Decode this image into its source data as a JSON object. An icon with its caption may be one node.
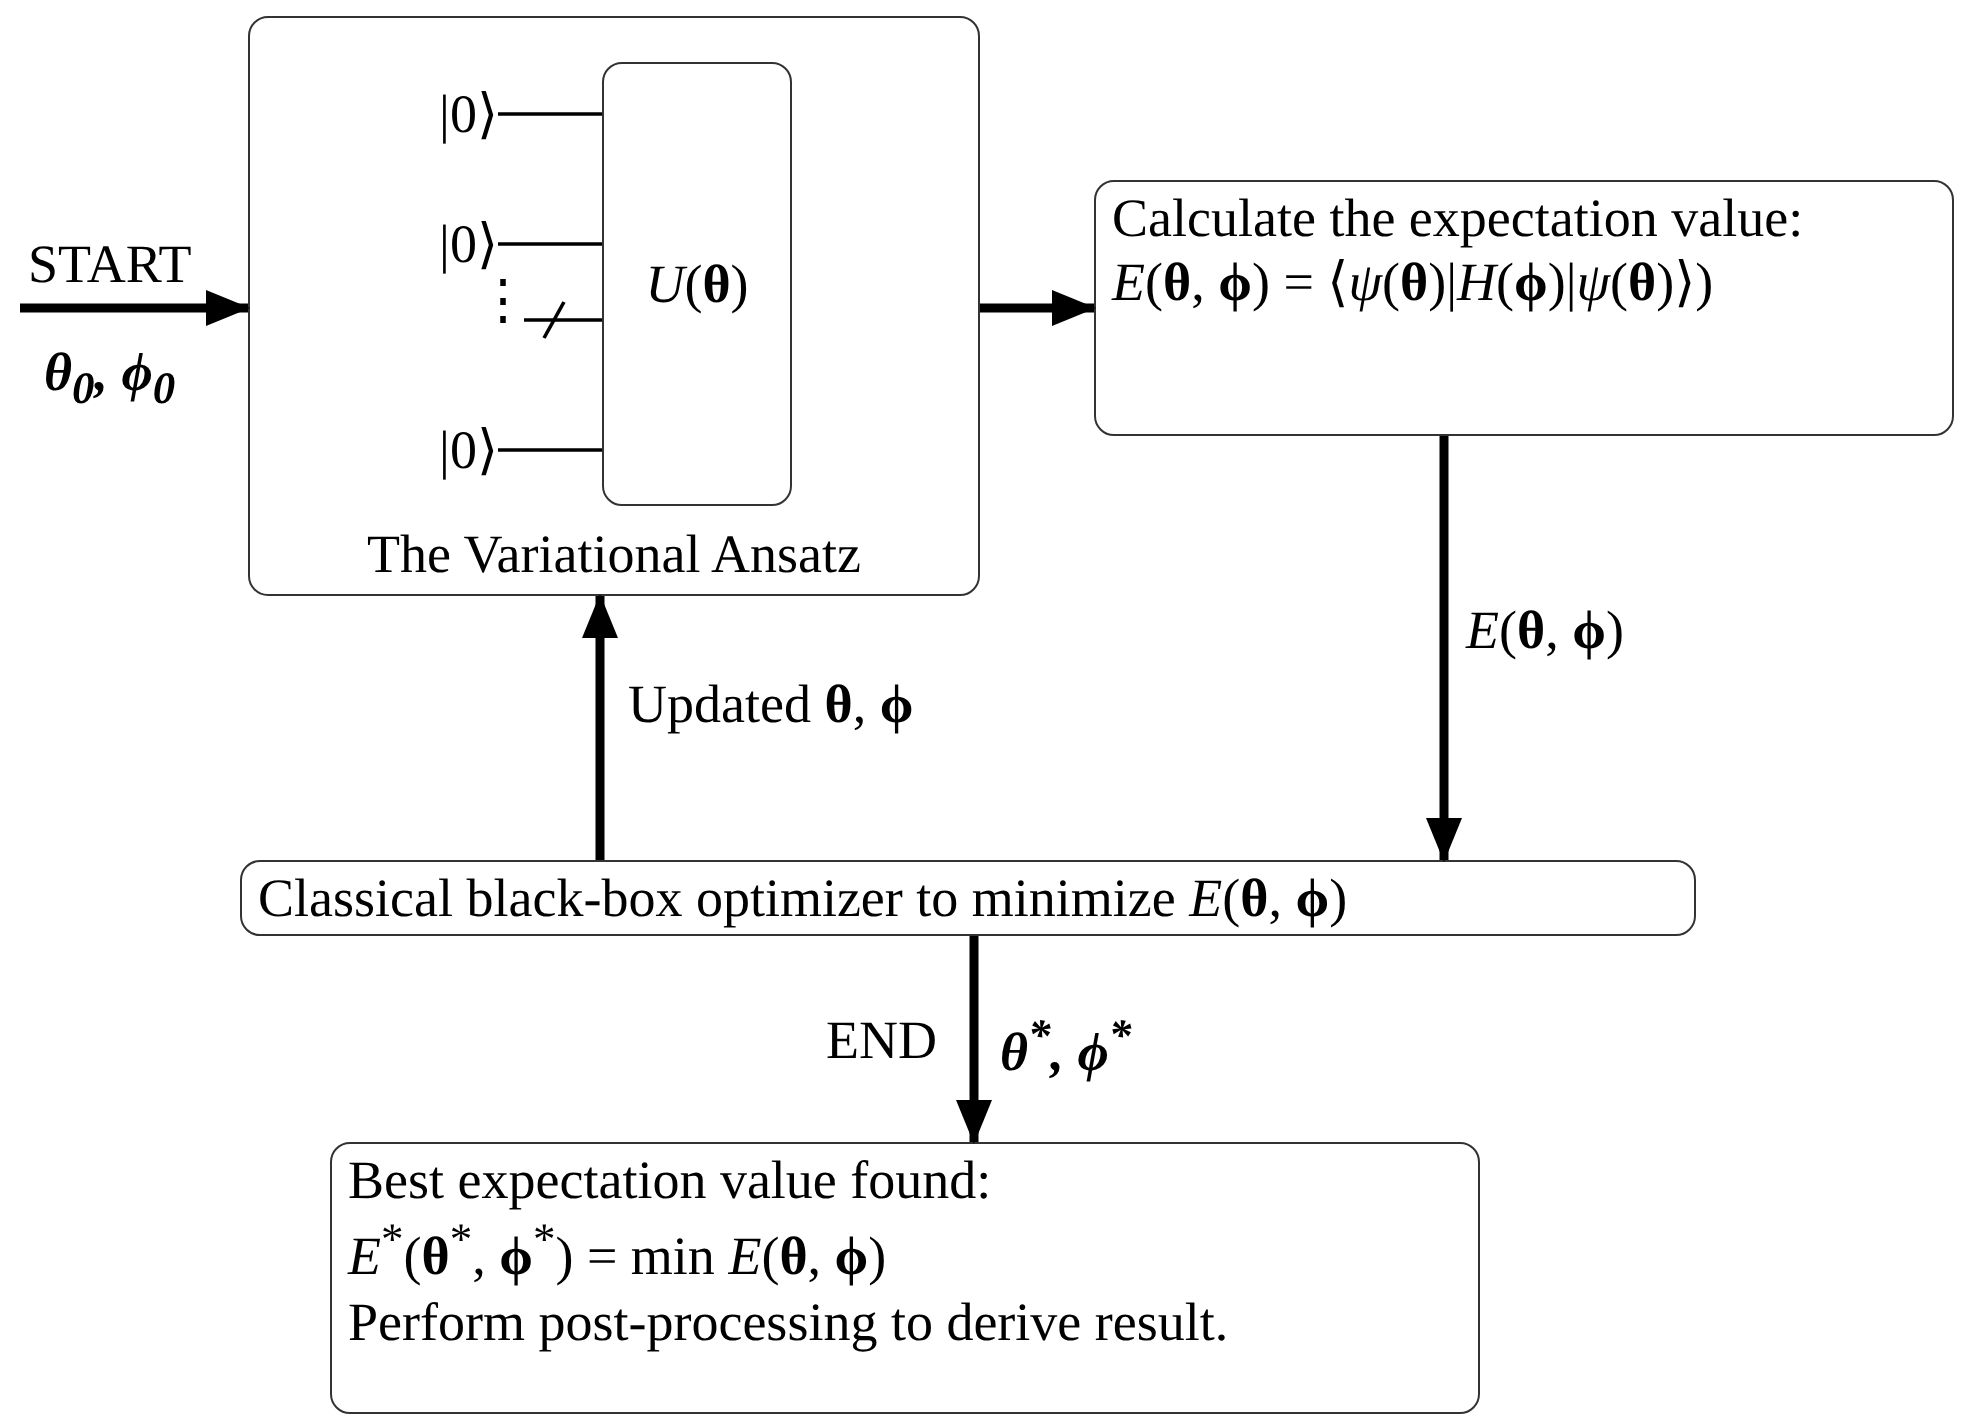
{
  "diagram": {
    "nodes": [
      {
        "text": [
          "The Variational Ansatz"
        ]
      },
      {
        "text": [
          "*U*(**θ**)"
        ],
        "in": 0
      },
      {
        "text": [
          "|0⟩"
        ],
        "in": 0
      },
      {
        "text": [
          "|0⟩"
        ],
        "in": 0
      },
      {
        "text": [
          "|0⟩"
        ],
        "in": 0
      },
      {
        "text": [
          "Calculate the expectation value:",
          "*E*(**θ**, **ϕ**) = ⟨*ψ*(**θ**)|*H*(**ϕ**)|*ψ*(**θ**)⟩)"
        ]
      },
      {
        "text": [
          "Classical black-box optimizer to minimize *E*(**θ**, **ϕ**)"
        ]
      },
      {
        "text": [
          "Best expectation value found:",
          "*E*$^{*}$(**θ**$^{*}$, **ϕ**$^{*}$) = min *E*(**θ**, **ϕ**)",
          "Perform post-processing to derive result."
        ]
      }
    ],
    "edges": [
      {
        "from": null,
        "to": 0,
        "arrow": "to",
        "label": "START"
      },
      {
        "from": 0,
        "to": 5,
        "arrow": "to"
      },
      {
        "from": 5,
        "to": 6,
        "arrow": "to",
        "label": "*E*(**θ**, **ϕ**)"
      },
      {
        "from": 6,
        "to": 0,
        "arrow": "to",
        "label": "Updated **θ**, **ϕ**"
      },
      {
        "from": 6,
        "to": 7,
        "arrow": "to",
        "label": "END"
      },
      {
        "from": 2,
        "to": 1,
        "arrow": "none"
      },
      {
        "from": 3,
        "to": 1,
        "arrow": "none"
      },
      {
        "from": null,
        "to": 1,
        "arrow": "none"
      },
      {
        "from": 4,
        "to": 1,
        "arrow": "none"
      }
    ],
    "labels": [
      "θ$_{0}$, ϕ$_{0}$",
      "⋮",
      "θ$^{*}$, ϕ$^{*}$"
    ]
  }
}
